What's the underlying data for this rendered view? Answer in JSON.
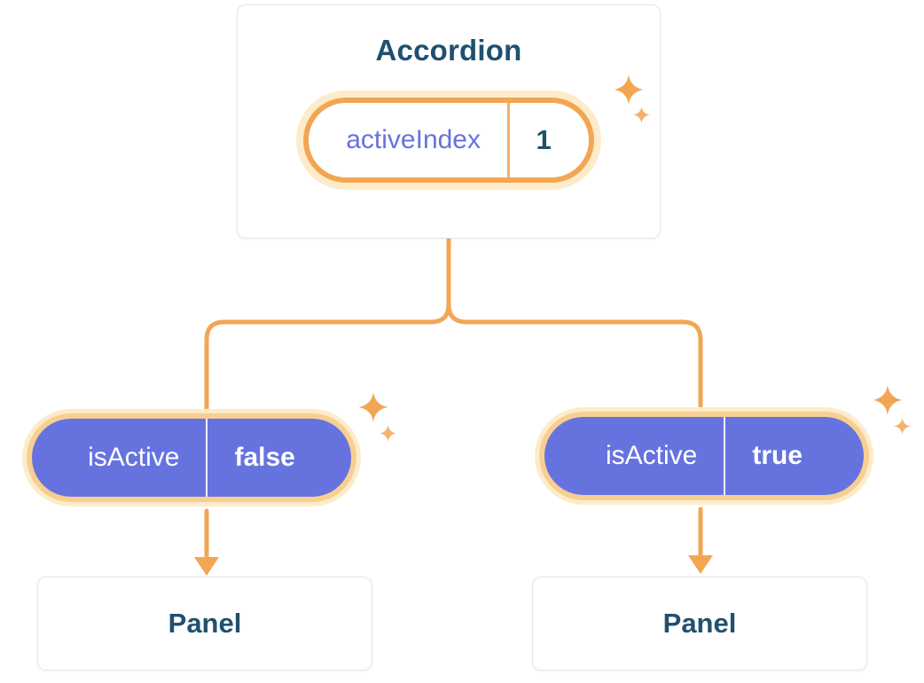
{
  "colors": {
    "navy": "#20506f",
    "purple": "#6673df",
    "orange": "#f2a654",
    "halo": "#fdeccb",
    "halo_strong": "#f8cf92",
    "card_border": "#dfe7ee"
  },
  "diagram": {
    "root": {
      "title": "Accordion",
      "state_name": "activeIndex",
      "state_value": "1"
    },
    "left": {
      "prop_name": "isActive",
      "prop_value": "false",
      "panel_title": "Panel"
    },
    "right": {
      "prop_name": "isActive",
      "prop_value": "true",
      "panel_title": "Panel"
    }
  }
}
